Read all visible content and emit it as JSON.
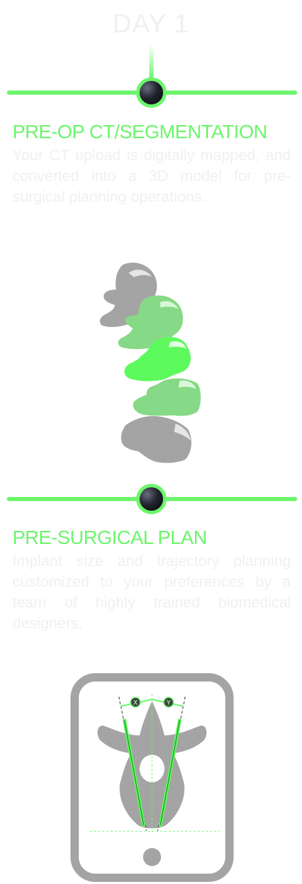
{
  "day": {
    "title": "DAY 1"
  },
  "steps": [
    {
      "title": "PRE-OP CT/SEGMENTATION",
      "description": "Your CT upload is digitally mapped, and converted into a 3D model for pre-surgical planning operations."
    },
    {
      "title": "PRE-SURGICAL PLAN",
      "description": "Implant size and trajectory planning customized to your preferences by a team of highly trained biomedical designers."
    }
  ],
  "plan_illustration": {
    "marker_left": "X",
    "marker_right": "Y"
  },
  "colors": {
    "accent_green": "#6cf56c",
    "bright_green": "#5cfa5c",
    "mid_green": "#86d986",
    "bone_gray": "#a4a4a4",
    "faded_text": "#f0f0f0",
    "node_center": "#1a1c24"
  },
  "icons": {
    "spine": "lumbar-spine-segmentation-icon",
    "tablet": "tablet-vertebra-plan-icon"
  }
}
